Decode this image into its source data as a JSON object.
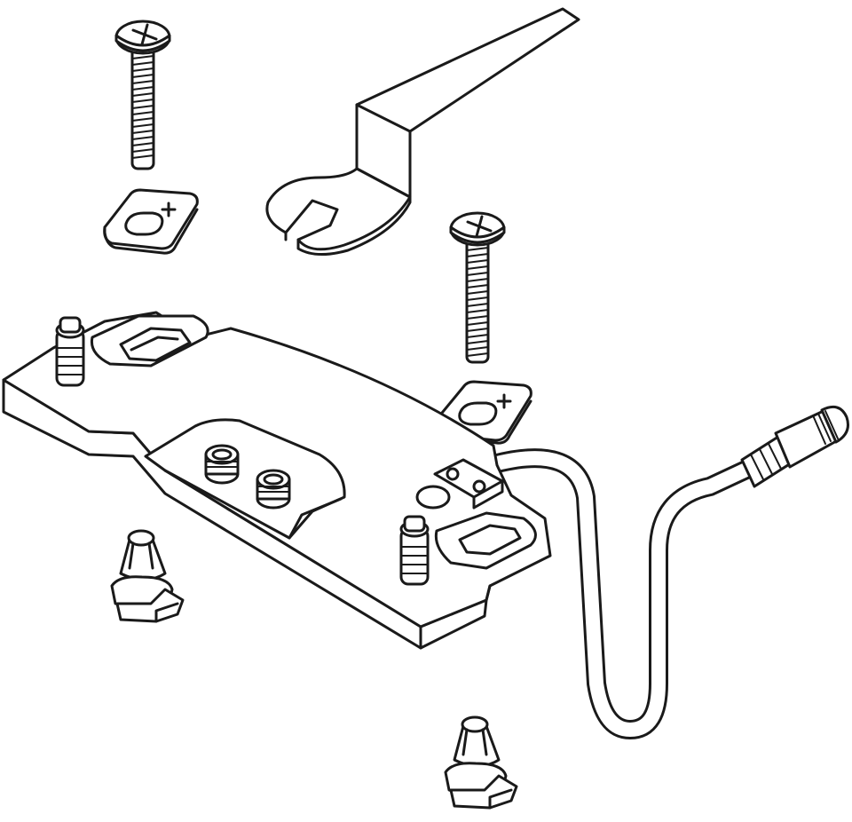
{
  "figure": {
    "kind": "exploded-parts-diagram",
    "background": "#ffffff",
    "line_color": "#1a1a1a",
    "labels": [],
    "parts": [
      {
        "id": "screw-1",
        "icon": "phillips-screw-icon"
      },
      {
        "id": "screw-2",
        "icon": "phillips-screw-icon"
      },
      {
        "id": "washer-1",
        "icon": "slotted-washer-icon"
      },
      {
        "id": "washer-2",
        "icon": "slotted-washer-icon"
      },
      {
        "id": "wrench",
        "icon": "open-end-wrench-icon"
      },
      {
        "id": "mounting-plate",
        "icon": "mounting-plate-icon"
      },
      {
        "id": "cable",
        "icon": "sensor-cable-icon"
      },
      {
        "id": "connector",
        "icon": "cable-connector-icon"
      },
      {
        "id": "anchor-1",
        "icon": "plastic-anchor-icon"
      },
      {
        "id": "anchor-2",
        "icon": "plastic-anchor-icon"
      }
    ]
  }
}
